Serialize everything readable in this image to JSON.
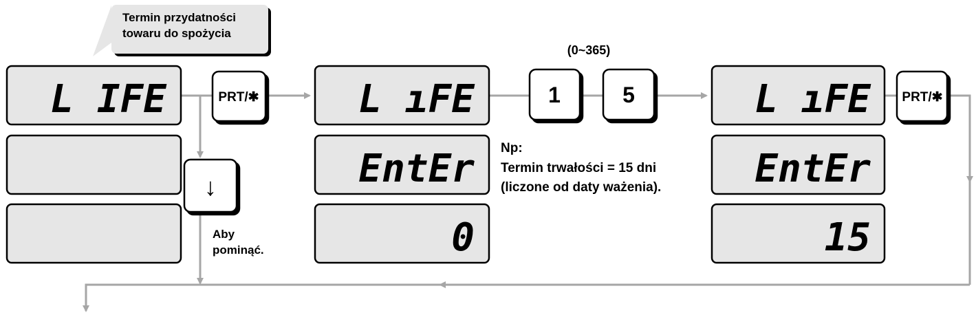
{
  "callout": {
    "line1": "Termin przydatności",
    "line2": "towaru do spożycia"
  },
  "range_label": "(0~365)",
  "keys": {
    "prt_label": "PRT/✱",
    "down_label": "↓",
    "digit_1": "1",
    "digit_5": "5"
  },
  "skip_note": {
    "line1": "Aby",
    "line2": "pominąć."
  },
  "example_note": {
    "line1": "Np:",
    "line2": "Termin trwałości = 15 dni",
    "line3": "(liczone od daty ważenia)."
  },
  "displays": {
    "col1": {
      "row1": "L IFE",
      "row2": "",
      "row3": ""
    },
    "col2": {
      "row1": "L ıFE",
      "row2": "EntEr",
      "row3": "0"
    },
    "col3": {
      "row1": "L ıFE",
      "row2": "EntEr",
      "row3": "15"
    }
  },
  "colors": {
    "lcd_fill": "#e6e6e6",
    "arrow": "#a6a6a6",
    "callout_fill": "#e6e6e6"
  }
}
